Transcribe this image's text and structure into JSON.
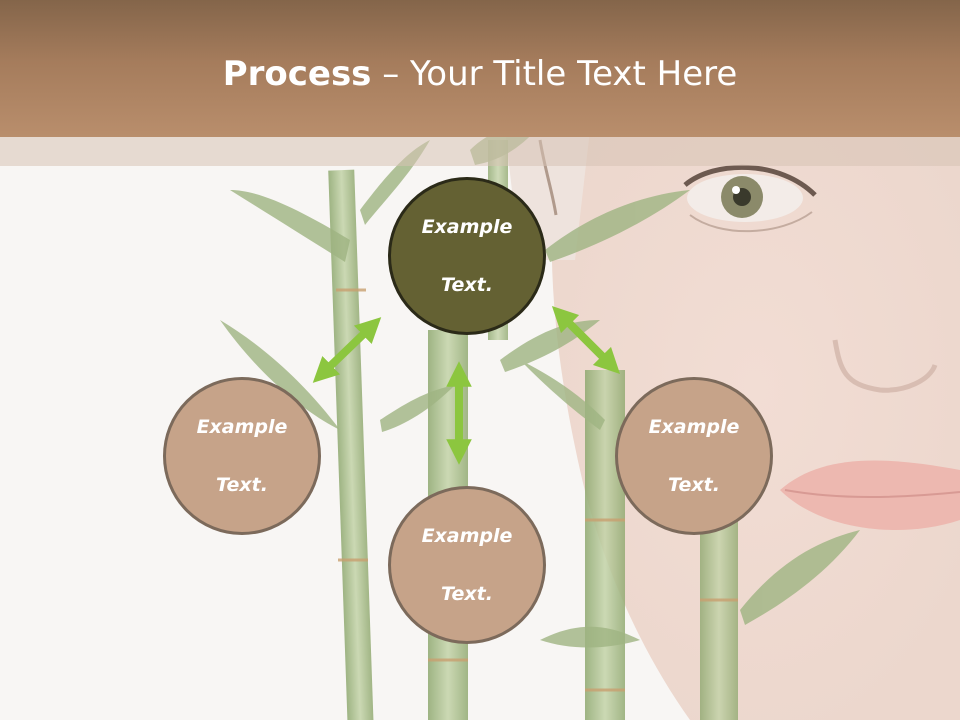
{
  "slide": {
    "title_strong": "Process",
    "title_rest": " – Your Title Text Here"
  },
  "diagram": {
    "nodes": [
      {
        "id": "top",
        "line1": "Example",
        "line2": "Text."
      },
      {
        "id": "left",
        "line1": "Example",
        "line2": "Text."
      },
      {
        "id": "bottom",
        "line1": "Example",
        "line2": "Text."
      },
      {
        "id": "right",
        "line1": "Example",
        "line2": "Text."
      }
    ],
    "colors": {
      "title_bar": "#a57c5c",
      "node_top_fill": "#646133",
      "node_side_fill": "#c6a389",
      "arrow": "#8cc63f"
    },
    "background_image": "woman-face-with-bamboo"
  }
}
